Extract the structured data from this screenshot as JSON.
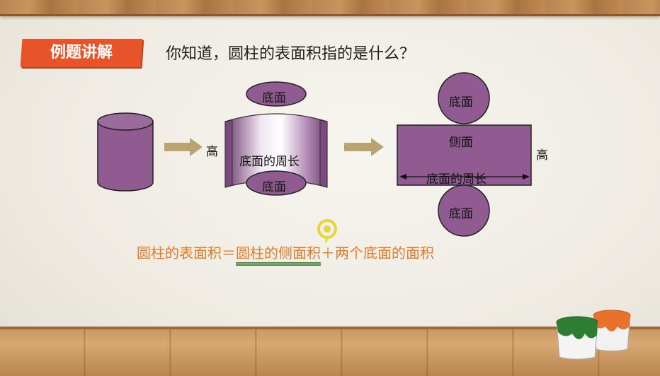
{
  "badge_label": "例题讲解",
  "question": "你知道，圆柱的表面积指的是什么？",
  "diagram": {
    "height_label_mid": "高",
    "top_base": "底面",
    "bottom_base": "底面",
    "curved_circumference": "底面的周长",
    "net_top_base": "底面",
    "net_bottom_base": "底面",
    "net_side": "侧面",
    "net_circumference": "底面的周长",
    "net_height": "高"
  },
  "formula": {
    "left": "圆柱的表面积＝",
    "lateral": "圆柱的侧面积",
    "right": "＋两个底面的面积"
  },
  "colors": {
    "purple": "#8f5b90",
    "badge": "#e8542a",
    "formula": "#e07b2a",
    "arrow": "#b9a373"
  }
}
